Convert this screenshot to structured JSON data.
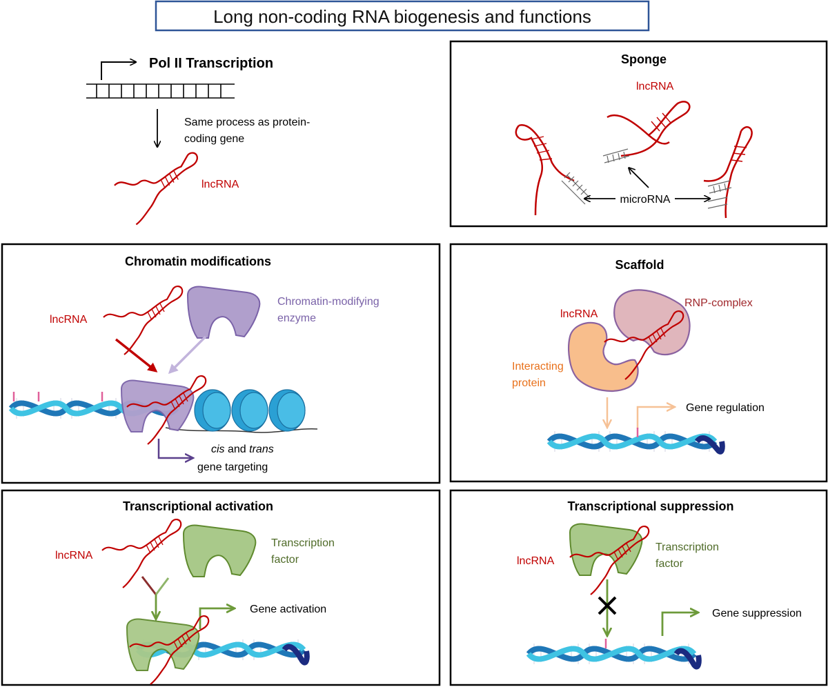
{
  "title": "Long non-coding RNA biogenesis and functions",
  "colors": {
    "rna": "#c00000",
    "enzyme_fill": "#b09fcc",
    "enzyme_stroke": "#7a62a8",
    "tf_fill": "#a9c98a",
    "tf_stroke": "#5f8a2e",
    "tf_text": "#4f6b28",
    "rnp_fill": "#e0b6bc",
    "rnp_text": "#a0282c",
    "interacting_fill": "#f8be8c",
    "interacting_text": "#e8701a",
    "dna_light": "#3fc3e3",
    "dna_dark": "#1f77b7",
    "dna_navy": "#1b2b80",
    "nucleosome": "#2aa0d4"
  },
  "biogenesis": {
    "heading": "Pol II Transcription",
    "note_line1": "Same process as protein-",
    "note_line2": "coding gene",
    "rna_label": "lncRNA"
  },
  "sponge": {
    "heading": "Sponge",
    "rna_label": "lncRNA",
    "mirna_label": "microRNA"
  },
  "chromatin": {
    "heading": "Chromatin modifications",
    "rna_label": "lncRNA",
    "enzyme_line1": "Chromatin-modifying",
    "enzyme_line2": "enzyme",
    "cis": "cis",
    "and": " and ",
    "trans": "trans",
    "targeting": "gene targeting"
  },
  "scaffold": {
    "heading": "Scaffold",
    "rna_label": "lncRNA",
    "rnp_label": "RNP-complex",
    "interacting_line1": "Interacting",
    "interacting_line2": "protein",
    "regulation_label": "Gene regulation"
  },
  "activation": {
    "heading": "Transcriptional activation",
    "rna_label": "lncRNA",
    "tf_line1": "Transcription",
    "tf_line2": "factor",
    "activation_label": "Gene activation"
  },
  "suppression": {
    "heading": "Transcriptional suppression",
    "rna_label": "lncRNA",
    "tf_line1": "Transcription",
    "tf_line2": "factor",
    "suppression_label": "Gene suppression"
  }
}
